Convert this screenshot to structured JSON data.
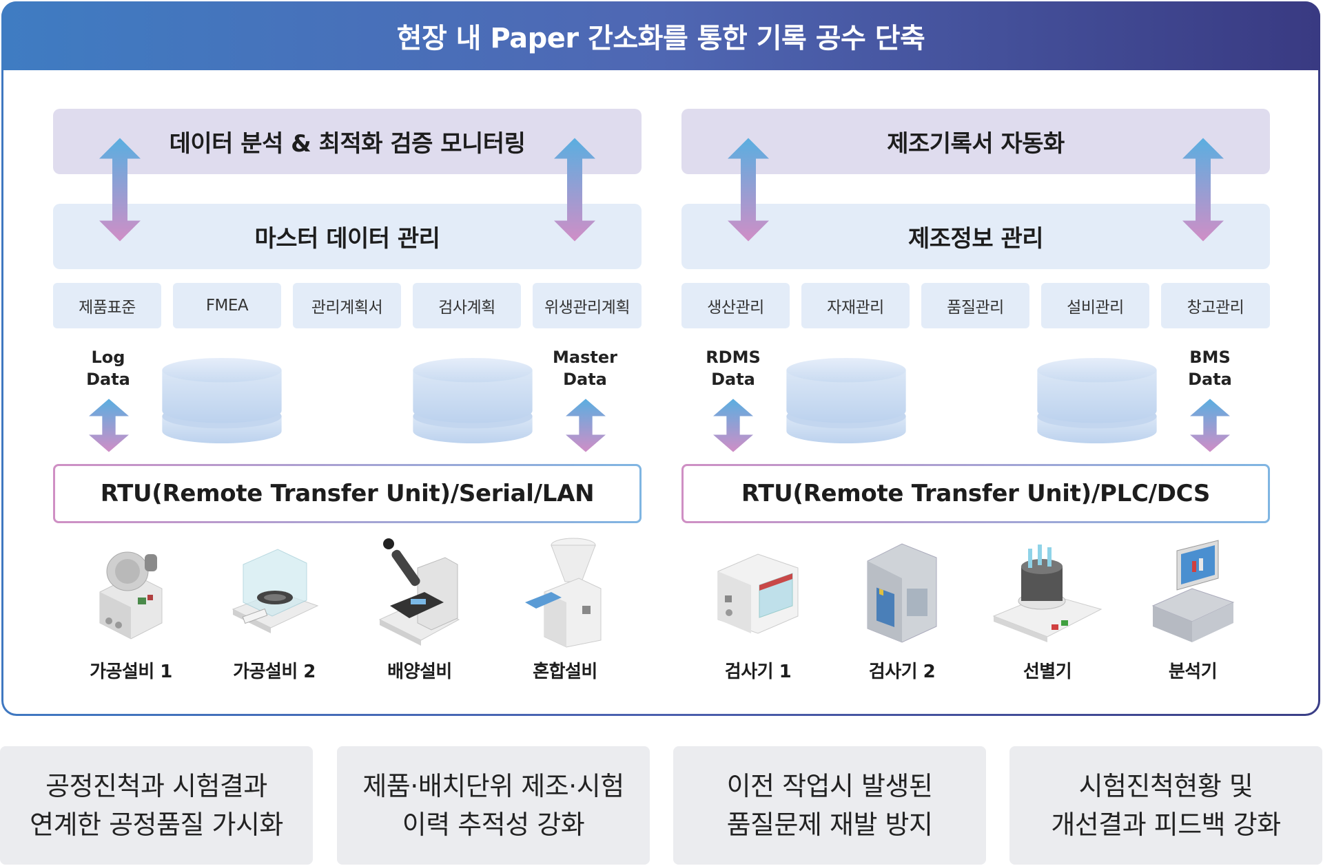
{
  "title": "현장 내 Paper 간소화를 통한 기록 공수 단축",
  "left": {
    "top_box": "데이터 분석 & 최적화 검증 모니터링",
    "mid_box": "마스터 데이터 관리",
    "sub_items": [
      "제품표준",
      "FMEA",
      "관리계획서",
      "검사계획",
      "위생관리계획"
    ],
    "data_left": {
      "line1": "Log",
      "line2": "Data"
    },
    "data_right": {
      "line1": "Master",
      "line2": "Data"
    },
    "rtu": "RTU(Remote Transfer Unit)/Serial/LAN",
    "equipment": [
      "가공설비 1",
      "가공설비 2",
      "배양설비",
      "혼합설비"
    ]
  },
  "right": {
    "top_box": "제조기록서 자동화",
    "mid_box": "제조정보 관리",
    "sub_items": [
      "생산관리",
      "자재관리",
      "품질관리",
      "설비관리",
      "창고관리"
    ],
    "data_left": {
      "line1": "RDMS",
      "line2": "Data"
    },
    "data_right": {
      "line1": "BMS",
      "line2": "Data"
    },
    "rtu": "RTU(Remote Transfer Unit)/PLC/DCS",
    "equipment": [
      "검사기 1",
      "검사기 2",
      "선별기",
      "분석기"
    ]
  },
  "benefits": [
    {
      "line1": "공정진척과 시험결과",
      "line2": "연계한 공정품질 가시화"
    },
    {
      "line1": "제품·배치단위 제조·시험",
      "line2": "이력 추적성 강화"
    },
    {
      "line1": "이전 작업시 발생된",
      "line2": "품질문제 재발 방지"
    },
    {
      "line1": "시험진척현황 및",
      "line2": "개선결과 피드백 강화"
    }
  ],
  "colors": {
    "title_start": "#3f7cc2",
    "title_end": "#393a82",
    "arrow_top": "#5aaee0",
    "arrow_bottom": "#d08ec6",
    "purple_box": "#dfdcee",
    "blue_box": "#e3ecf8"
  },
  "icons": [
    "double-arrow-icon",
    "database-icon",
    "processing-machine-icon",
    "balance-scale-icon",
    "microscope-icon",
    "mixer-icon",
    "oven-inspector-icon",
    "cabinet-inspector-icon",
    "sorter-icon",
    "analyzer-computer-icon"
  ]
}
